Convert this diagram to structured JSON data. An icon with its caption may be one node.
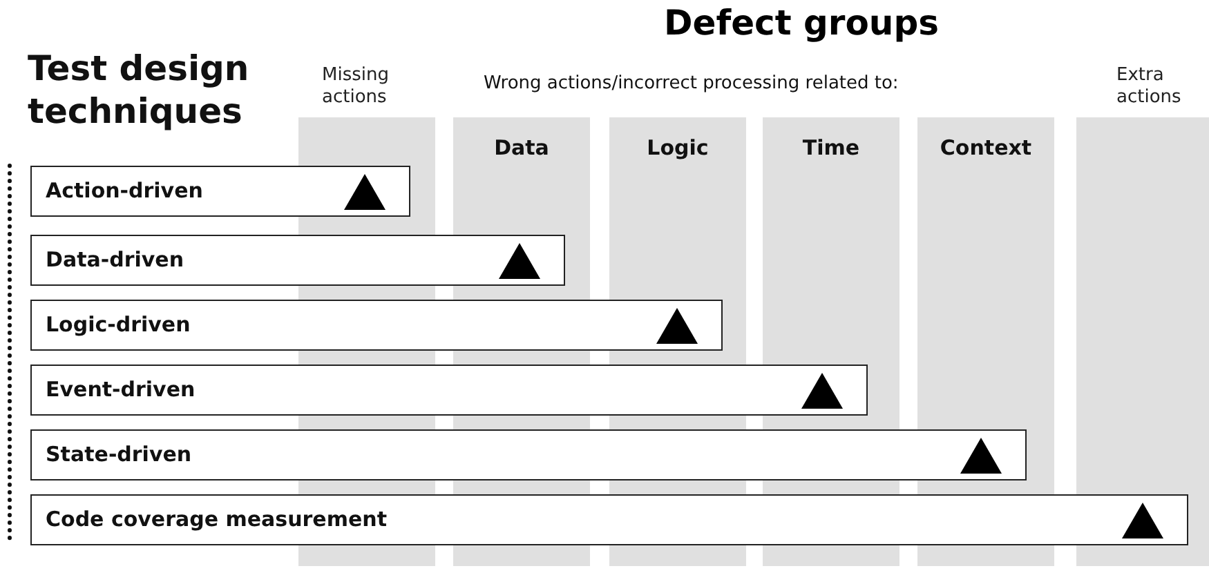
{
  "diagram": {
    "title": "Defect groups",
    "nodes": [
      {
        "text": [
          "Missing actions"
        ]
      },
      {
        "text": [
          "Data"
        ]
      },
      {
        "text": [
          "Logic"
        ]
      },
      {
        "text": [
          "Time"
        ]
      },
      {
        "text": [
          "Context"
        ]
      },
      {
        "text": [
          "Extra actions"
        ]
      },
      {
        "text": [
          "Action-driven"
        ]
      },
      {
        "text": [
          "Data-driven"
        ]
      },
      {
        "text": [
          "Logic-driven"
        ]
      },
      {
        "text": [
          "Event-driven"
        ]
      },
      {
        "text": [
          "State-driven"
        ]
      },
      {
        "text": [
          "Code coverage measurement"
        ]
      }
    ],
    "labels": [
      "Test design techniques",
      "Wrong actions/incorrect processing related to:"
    ]
  }
}
